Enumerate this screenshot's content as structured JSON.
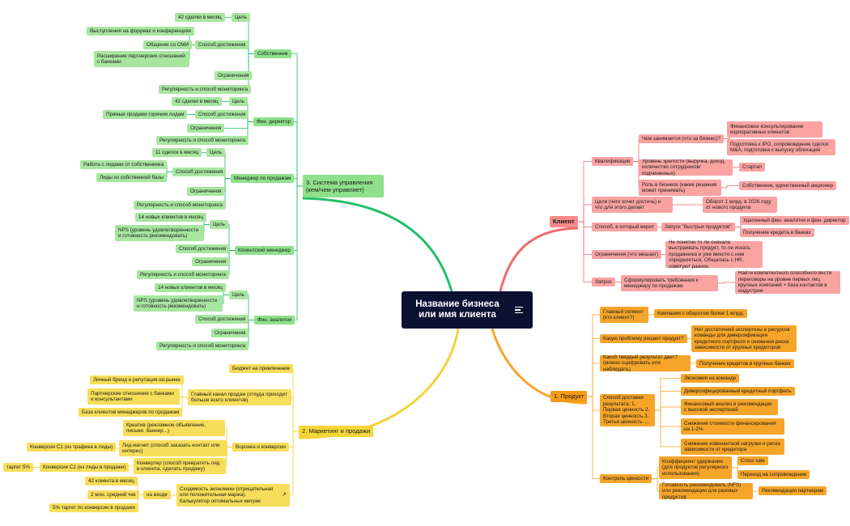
{
  "root": {
    "title": "Название бизнеса или имя клиента"
  },
  "colors": {
    "management": "#1fbf6a",
    "marketing": "#f3d23a",
    "client": "#f06a6a",
    "product": "#f5a52a",
    "root_bg": "#0b1131"
  },
  "management": {
    "title": "3. Система управления (кем/чем управляет)",
    "owner": {
      "label": "Собственник",
      "goal": "Цель",
      "goal_value": "42 сделки в месяц",
      "method": "Способ достижения",
      "methods": [
        "Выступления на форумах и конференциях",
        "Общение со СМИ",
        "Расширение партнерских отношений с банками"
      ],
      "limits": "Ограничения",
      "regularity": "Регулярность и способ мониторинга"
    },
    "fin_director": {
      "label": "Фин. директор",
      "goal": "Цель",
      "goal_value": "42 сделки в месяц",
      "method": "Способ достижения",
      "method_value": "Прямые продажи горячим лидам",
      "limits": "Ограничения",
      "regularity": "Регулярность и способ мониторинга"
    },
    "sales_manager": {
      "label": "Менеджер по продажам",
      "goal": "Цель",
      "goal_value": "11 сделок в месяц",
      "method": "Способ достижения",
      "methods": [
        "Работа с лидами от собственника",
        "Лиды из собственной базы"
      ],
      "limits": "Ограничения",
      "regularity": "Регулярность и способ мониторинга"
    },
    "client_manager": {
      "label": "Клиентский менеджер",
      "goal": "Цель",
      "goals": [
        "14 новых клиентов в месяц",
        "NPS (уровень удовлетворенности и готовность рекомендовать)"
      ],
      "method": "Способ достижения",
      "limits": "Ограничения",
      "regularity": "Регулярность и способ мониторинга"
    },
    "fin_analyst": {
      "label": "Фин. аналитик",
      "goal": "Цель",
      "goals": [
        "14 новых клиентов в месяц",
        "NPS (уровень удовлетворенности и готовность рекомендовать)"
      ],
      "method": "Способ достижения",
      "limits": "Ограничения",
      "regularity": "Регулярность и способ мониторинга"
    }
  },
  "marketing": {
    "title": "2. Маркетинг и продажи",
    "budget": "Бюджет на привлечение",
    "channel": "Главный канал продаж (откуда приходит больше всего клиентов)",
    "channels": [
      "Личный бренд и репутация на рынке",
      "Партнерские отношения с банками и консультантами",
      "База клиентов менеджеров по продажам"
    ],
    "funnel": "Воронка и конверсии",
    "creative": "Креатив (рекламное объявление, письмо, баннер...)",
    "leadmagnet": "Лид-магнит (способ заказать контакт или интерес)",
    "conv1": "Конверсии С1 (из трафика в лиды)",
    "converter": "Конвертер (способ превратить лид в клиента, сделать продажу)",
    "conv2": "Конверсии С2 (из лиды в продажи)",
    "target": "таргет 5%",
    "economy": "Сходимость экономики (отрицательная или положительная маржа). Калькулятор оптимальных метрик",
    "input": "на входе",
    "inputs": [
      "42 клиента в месяц",
      "2 млн. средний чек",
      "5% таргет по конверсии в продажи"
    ]
  },
  "client": {
    "title": "Клиент",
    "qualification": "Квалификация",
    "business_q": "Чем занимается (что за бизнес)?",
    "business_a": [
      "Финансовое консультирование корпоративных клиентов",
      "Подготовка к IPO, сопровождение сделок M&A, подготовка к выпуску облигаций"
    ],
    "maturity_q": "Уровень зрелости (выручка, доход, количество сотрудников/подчиненных)",
    "maturity_a": "Стартап",
    "role_q": "Роль в бизнесе (какие решения может принимать)",
    "role_a": "Собственник, единственный акционер",
    "goals_q": "Цели (чего хочет достичь) и что для этого делает",
    "goals_a": "Оборот 1 млрд. в 2026 году от нового продукта",
    "method_q": "Способ, в который верит",
    "method_a": "Запуск \"быстрых продуктов\"",
    "method_aa": [
      "Удаленный фин. аналитик и фин. директор",
      "Получение кредита в банках"
    ],
    "limits_q": "Ограничения (что мешает)",
    "limits_a": "Не понятно то ли сначала выстраивать продукт, то ли искать продажника и уже вместе с ним определяться. Общалась с HR, советуют разное.",
    "request_q": "Запрос",
    "request_a": "Сформулировать требования к менеджеру по продажам",
    "request_aa": "Найти компетентного способного вести переговоры на уровне первых лиц крупных компаний + база контактов в индустрии"
  },
  "product": {
    "title": "1. Продукт",
    "segment_q": "Главный сегмент (кто клиент?)",
    "segment_a": "Компании с оборотом более 1 млрд.",
    "problem_q": "Какую проблему решает продукт?",
    "problem_a": "Нет достаточной экспертизы и ресурсов команды для диверсификации кредитного портфеля и снижения риска зависимости от крупных кредиторов",
    "result_q": "Какой твердый результат дает? (можно оцифровать или наблюдать)",
    "result_a": "Получение кредитов в крупных банках",
    "delivery_q": "Способ доставки результата: 1. Первая ценность 2. Вторая ценность 3. Третья ценность ....",
    "delivery_a": [
      "Экономия на команде",
      "Диверсифицированный кредитный портфель",
      "Финансовый анализ и рекомендации с высокой экспертизой",
      "Снижение стоимости финансирования на 1-2%",
      "Снижение ковенантной нагрузки и риска зависимости от кредитора"
    ],
    "control_q": "Контроль ценности",
    "retention": "Коэффициент удержания (для продуктов регулярного использования)",
    "retention_a": [
      "Cross sale",
      "Переход на сопровождение"
    ],
    "nps": "Готовность рекомендовать (NFS) или рекомендации для разовых продуктов",
    "nps_a": "Рекомендации партнерам"
  }
}
